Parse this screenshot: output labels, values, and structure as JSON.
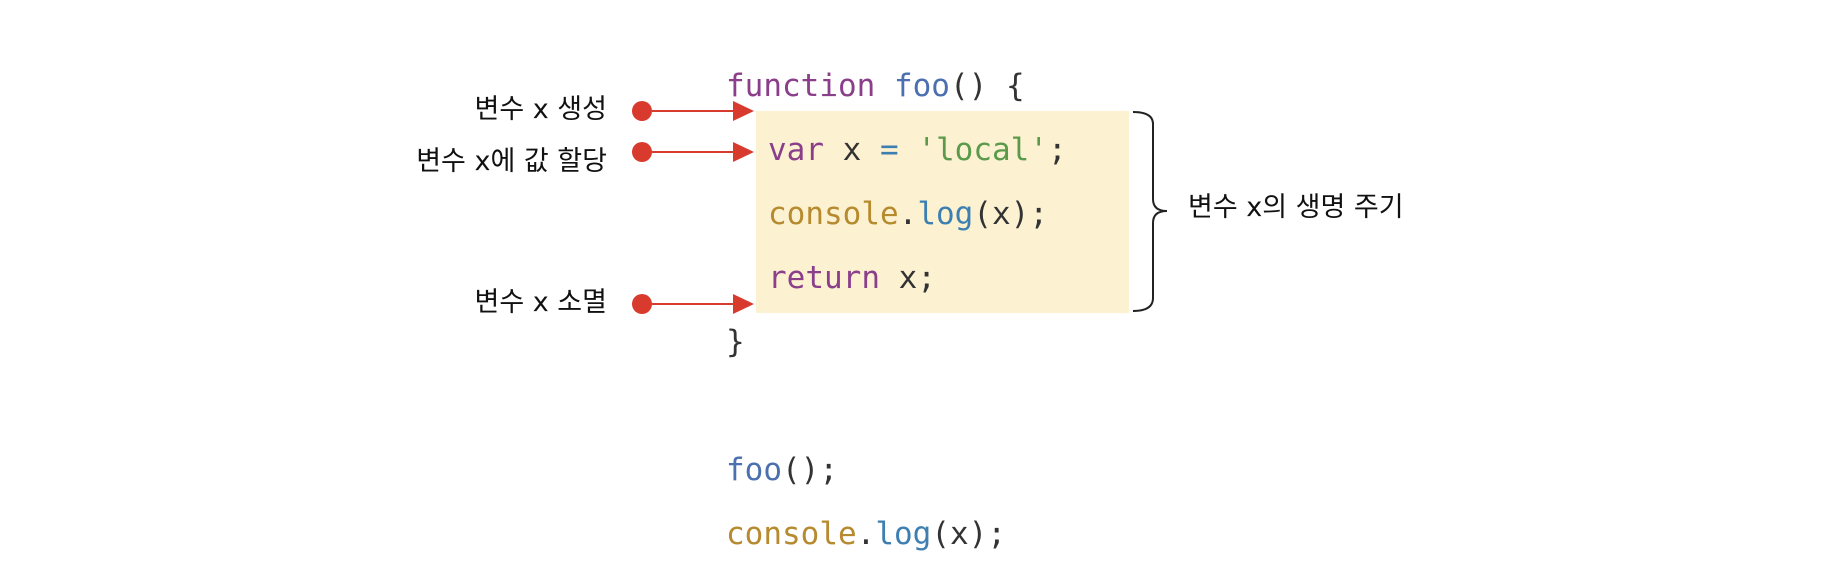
{
  "colors": {
    "keyword": "#8B3F8B",
    "function_name": "#4B6FAF",
    "plain": "#333333",
    "string": "#5A9A4A",
    "console": "#B68A2E",
    "method": "#3D7FB0",
    "operator": "#3D7FB0",
    "highlight": "#FCF2D2",
    "marker": "#D93A2E"
  },
  "code": {
    "lines": [
      [
        {
          "t": "function",
          "c": "keyword"
        },
        {
          "t": " ",
          "c": "plain"
        },
        {
          "t": "foo",
          "c": "function_name"
        },
        {
          "t": "() {",
          "c": "plain"
        }
      ],
      [
        {
          "t": "var",
          "c": "keyword"
        },
        {
          "t": " x ",
          "c": "plain"
        },
        {
          "t": "=",
          "c": "operator"
        },
        {
          "t": " ",
          "c": "plain"
        },
        {
          "t": "'local'",
          "c": "string"
        },
        {
          "t": ";",
          "c": "plain"
        }
      ],
      [
        {
          "t": "console",
          "c": "console"
        },
        {
          "t": ".",
          "c": "plain"
        },
        {
          "t": "log",
          "c": "method"
        },
        {
          "t": "(x);",
          "c": "plain"
        }
      ],
      [
        {
          "t": "return",
          "c": "keyword"
        },
        {
          "t": " x;",
          "c": "plain"
        }
      ],
      [
        {
          "t": "}",
          "c": "plain"
        }
      ],
      [
        {
          "t": "foo",
          "c": "function_name"
        },
        {
          "t": "();",
          "c": "plain"
        }
      ],
      [
        {
          "t": "console",
          "c": "console"
        },
        {
          "t": ".",
          "c": "plain"
        },
        {
          "t": "log",
          "c": "method"
        },
        {
          "t": "(x);",
          "c": "plain"
        }
      ]
    ]
  },
  "annotations": {
    "create": "변수 x 생성",
    "assign": "변수 x에 값 할당",
    "destroy": "변수 x 소멸",
    "lifecycle": "변수 x의 생명 주기"
  }
}
